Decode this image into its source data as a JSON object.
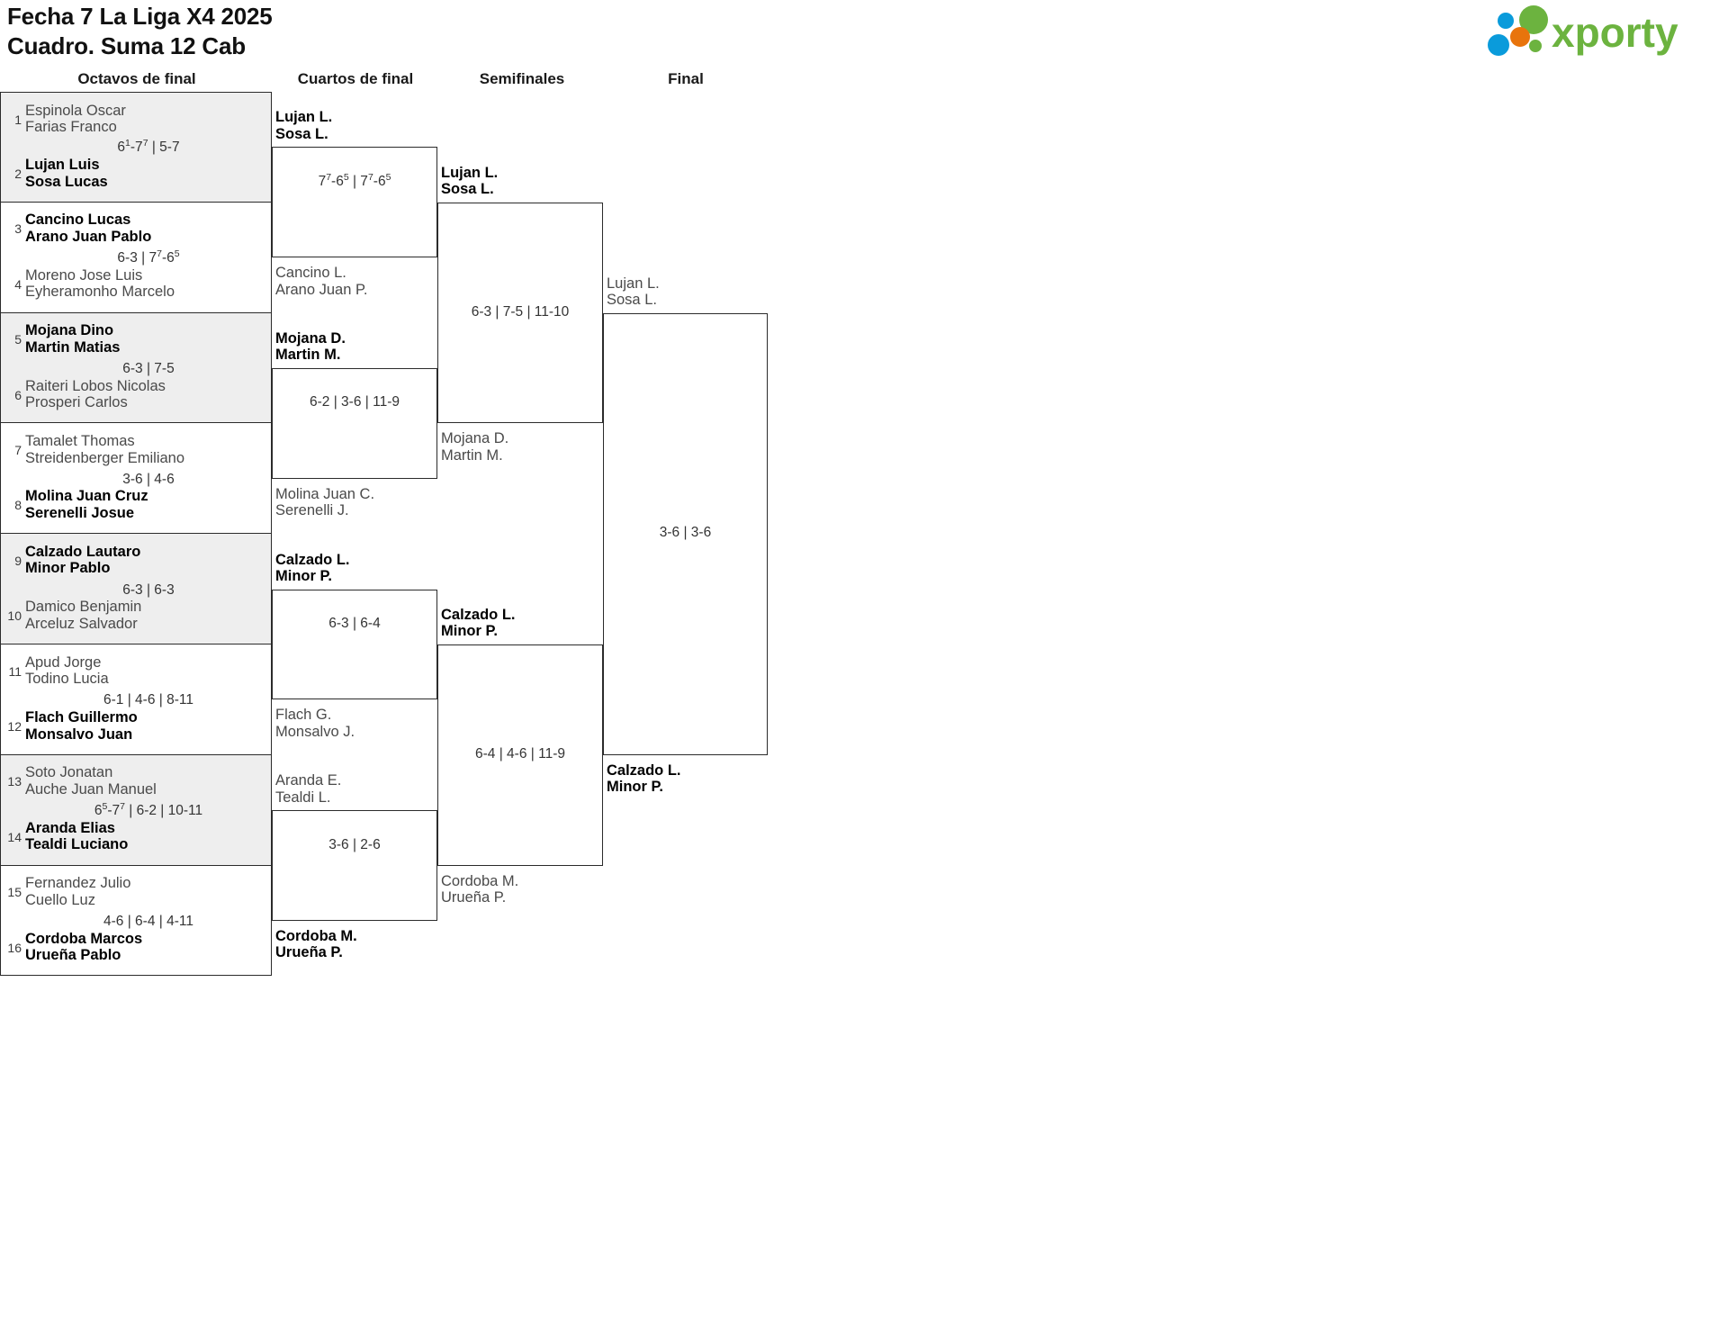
{
  "header": {
    "title_line1": "Fecha 7 La Liga X4 2025",
    "title_line2": "Cuadro. Suma 12 Cab",
    "logo_text": "xporty",
    "logo_colors": {
      "green": "#6cb33f",
      "blue": "#0a9bdb",
      "orange": "#e8740c"
    }
  },
  "rounds": [
    {
      "label": "Octavos de final"
    },
    {
      "label": "Cuartos de final"
    },
    {
      "label": "Semifinales"
    },
    {
      "label": "Final"
    }
  ],
  "round1": {
    "slots": [
      {
        "seed": "1",
        "p1": "Espinola Oscar",
        "p2": "Farias Franco",
        "winner": false
      },
      {
        "seed": "2",
        "p1": "Lujan Luis",
        "p2": "Sosa Lucas",
        "winner": true
      },
      {
        "seed": "3",
        "p1": "Cancino Lucas",
        "p2": "Arano Juan Pablo",
        "winner": true
      },
      {
        "seed": "4",
        "p1": "Moreno Jose Luis",
        "p2": "Eyheramonho Marcelo",
        "winner": false
      },
      {
        "seed": "5",
        "p1": "Mojana Dino",
        "p2": "Martin Matias",
        "winner": true
      },
      {
        "seed": "6",
        "p1": "Raiteri Lobos Nicolas",
        "p2": "Prosperi Carlos",
        "winner": false
      },
      {
        "seed": "7",
        "p1": "Tamalet Thomas",
        "p2": "Streidenberger Emiliano",
        "winner": false
      },
      {
        "seed": "8",
        "p1": "Molina Juan Cruz",
        "p2": "Serenelli Josue",
        "winner": true
      },
      {
        "seed": "9",
        "p1": "Calzado Lautaro",
        "p2": "Minor Pablo",
        "winner": true
      },
      {
        "seed": "10",
        "p1": "Damico Benjamin",
        "p2": "Arceluz Salvador",
        "winner": false
      },
      {
        "seed": "11",
        "p1": "Apud Jorge",
        "p2": "Todino Lucia",
        "winner": false
      },
      {
        "seed": "12",
        "p1": "Flach Guillermo",
        "p2": "Monsalvo Juan",
        "winner": true
      },
      {
        "seed": "13",
        "p1": "Soto Jonatan",
        "p2": "Auche Juan Manuel",
        "winner": false
      },
      {
        "seed": "14",
        "p1": "Aranda Elias",
        "p2": "Tealdi Luciano",
        "winner": true
      },
      {
        "seed": "15",
        "p1": "Fernandez Julio",
        "p2": "Cuello Luz",
        "winner": false
      },
      {
        "seed": "16",
        "p1": "Cordoba Marcos",
        "p2": "Urueña Pablo",
        "winner": true
      }
    ],
    "scores": [
      {
        "sets": [
          {
            "a": "6",
            "a_sup": "1",
            "b": "7",
            "b_sup": "7"
          },
          {
            "a": "5",
            "b": "7"
          }
        ]
      },
      {
        "sets": [
          {
            "a": "6",
            "b": "3"
          },
          {
            "a": "7",
            "a_sup": "7",
            "b": "6",
            "b_sup": "5"
          }
        ]
      },
      {
        "sets": [
          {
            "a": "6",
            "b": "3"
          },
          {
            "a": "7",
            "b": "5"
          }
        ]
      },
      {
        "sets": [
          {
            "a": "3",
            "b": "6"
          },
          {
            "a": "4",
            "b": "6"
          }
        ]
      },
      {
        "sets": [
          {
            "a": "6",
            "b": "3"
          },
          {
            "a": "6",
            "b": "3"
          }
        ]
      },
      {
        "sets": [
          {
            "a": "6",
            "b": "1"
          },
          {
            "a": "4",
            "b": "6"
          },
          {
            "a": "8",
            "b": "11"
          }
        ]
      },
      {
        "sets": [
          {
            "a": "6",
            "a_sup": "5",
            "b": "7",
            "b_sup": "7"
          },
          {
            "a": "6",
            "b": "2"
          },
          {
            "a": "10",
            "b": "11"
          }
        ]
      },
      {
        "sets": [
          {
            "a": "4",
            "b": "6"
          },
          {
            "a": "6",
            "b": "4"
          },
          {
            "a": "4",
            "b": "11"
          }
        ]
      }
    ]
  },
  "round2": {
    "entrants": [
      {
        "p1": "Lujan L.",
        "p2": "Sosa L.",
        "winner": true
      },
      {
        "p1": "Cancino L.",
        "p2": "Arano Juan P.",
        "winner": false
      },
      {
        "p1": "Mojana D.",
        "p2": "Martin M.",
        "winner": true
      },
      {
        "p1": "Molina Juan C.",
        "p2": "Serenelli J.",
        "winner": false
      },
      {
        "p1": "Calzado L.",
        "p2": "Minor P.",
        "winner": true
      },
      {
        "p1": "Flach G.",
        "p2": "Monsalvo J.",
        "winner": false
      },
      {
        "p1": "Aranda E.",
        "p2": "Tealdi L.",
        "winner": false
      },
      {
        "p1": "Cordoba M.",
        "p2": "Urueña P.",
        "winner": true
      }
    ],
    "scores": [
      {
        "sets": [
          {
            "a": "7",
            "a_sup": "7",
            "b": "6",
            "b_sup": "5"
          },
          {
            "a": "7",
            "a_sup": "7",
            "b": "6",
            "b_sup": "5"
          }
        ]
      },
      {
        "sets": [
          {
            "a": "6",
            "b": "2"
          },
          {
            "a": "3",
            "b": "6"
          },
          {
            "a": "11",
            "b": "9"
          }
        ]
      },
      {
        "sets": [
          {
            "a": "6",
            "b": "3"
          },
          {
            "a": "6",
            "b": "4"
          }
        ]
      },
      {
        "sets": [
          {
            "a": "3",
            "b": "6"
          },
          {
            "a": "2",
            "b": "6"
          }
        ]
      }
    ]
  },
  "round3": {
    "entrants": [
      {
        "p1": "Lujan L.",
        "p2": "Sosa L.",
        "winner": true
      },
      {
        "p1": "Mojana D.",
        "p2": "Martin M.",
        "winner": false
      },
      {
        "p1": "Calzado L.",
        "p2": "Minor P.",
        "winner": true
      },
      {
        "p1": "Cordoba M.",
        "p2": "Urueña P.",
        "winner": false
      }
    ],
    "scores": [
      {
        "sets": [
          {
            "a": "6",
            "b": "3"
          },
          {
            "a": "7",
            "b": "5"
          },
          {
            "a": "11",
            "b": "10"
          }
        ]
      },
      {
        "sets": [
          {
            "a": "6",
            "b": "4"
          },
          {
            "a": "4",
            "b": "6"
          },
          {
            "a": "11",
            "b": "9"
          }
        ]
      }
    ]
  },
  "round4": {
    "entrants": [
      {
        "p1": "Lujan L.",
        "p2": "Sosa L.",
        "winner": false
      },
      {
        "p1": "Calzado L.",
        "p2": "Minor P.",
        "winner": true
      }
    ],
    "scores": [
      {
        "sets": [
          {
            "a": "3",
            "b": "6"
          },
          {
            "a": "3",
            "b": "6"
          }
        ]
      }
    ]
  }
}
